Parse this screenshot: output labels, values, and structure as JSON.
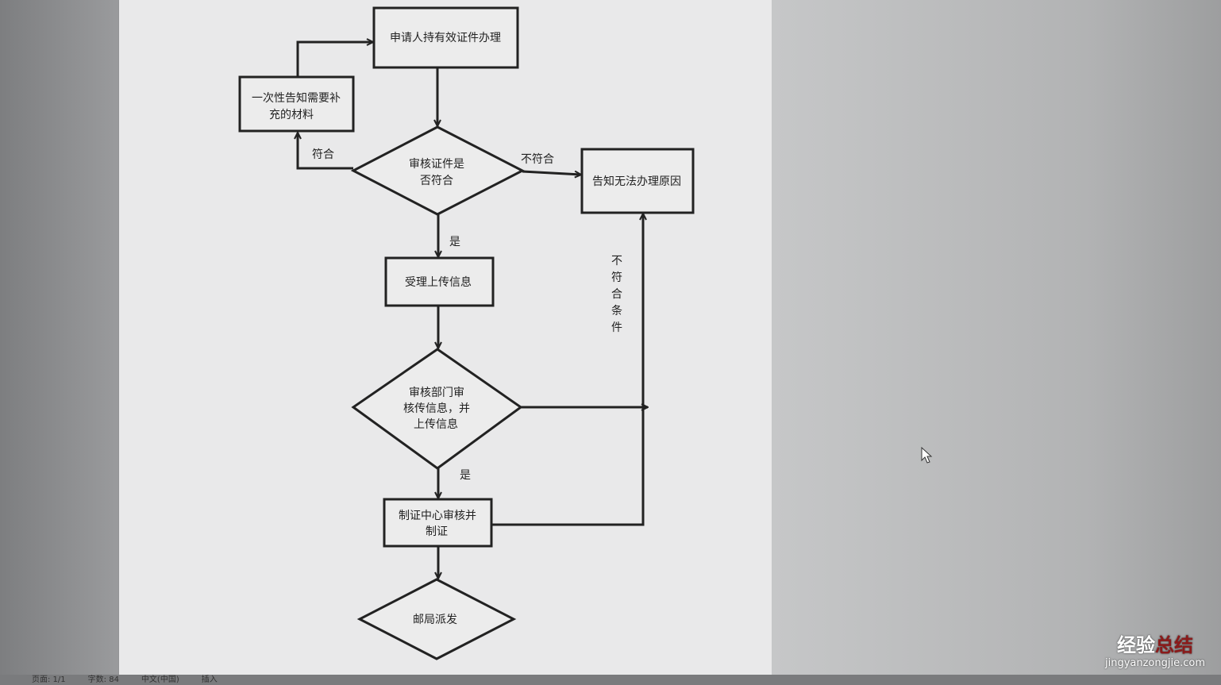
{
  "flowchart": {
    "nodes": {
      "apply": "申请人持有效证件办理",
      "notify_supplement": [
        "一次性告知需要补",
        "充的材料"
      ],
      "check_docs": [
        "审核证件是",
        "否符合"
      ],
      "notify_reason": "告知无法办理原因",
      "accept_upload": "受理上传信息",
      "dept_review": [
        "审核部门审",
        "核传信息，并",
        "上传信息"
      ],
      "center_make": [
        "制证中心审核并",
        "制证"
      ],
      "post_dispatch": "邮局派发"
    },
    "edge_labels": {
      "match": "符合",
      "not_match": "不符合",
      "yes1": "是",
      "yes2": "是",
      "not_meet": [
        "不",
        "符",
        "合",
        "条",
        "件"
      ]
    }
  },
  "status_bar": [
    "页面: 1/1",
    "字数: 84",
    "中文(中国)",
    "插入"
  ],
  "watermark": {
    "part1": "经验",
    "part2": "总结",
    "url": "jingyanzongjie.com"
  }
}
